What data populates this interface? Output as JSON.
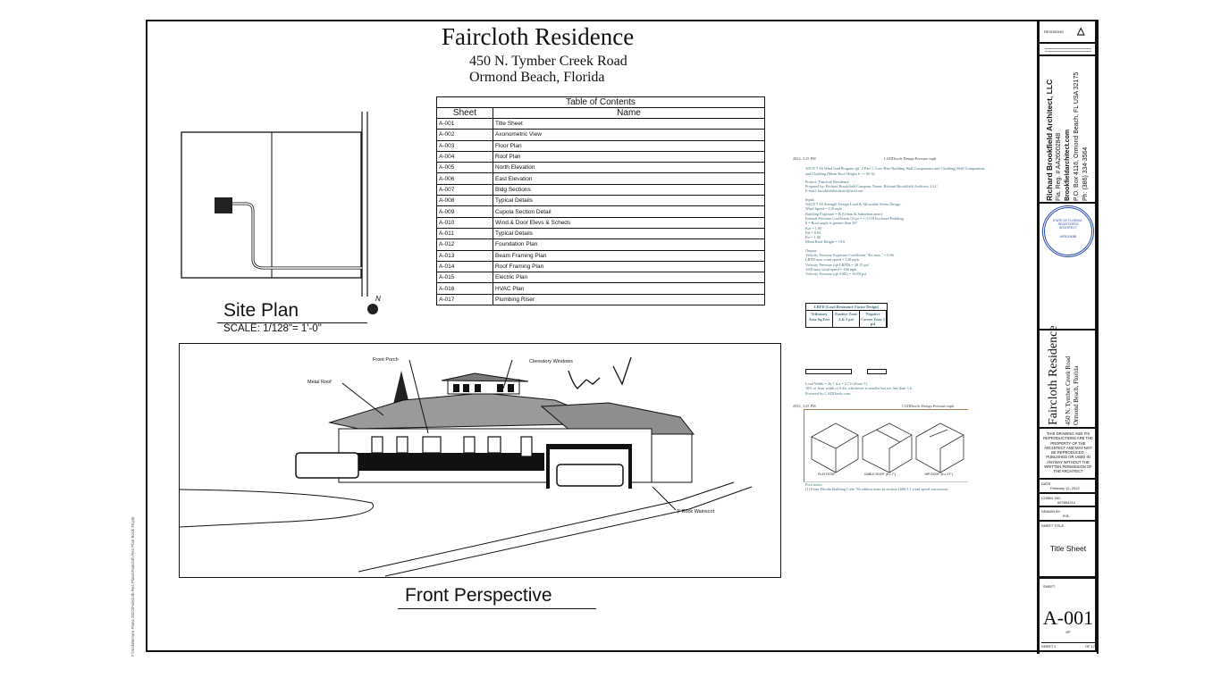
{
  "header": {
    "title": "Faircloth Residence",
    "address_line1": "450 N. Tymber Creek Road",
    "address_line2": "Ormond Beach, Florida"
  },
  "toc": {
    "title": "Table of Contents",
    "col_sheet": "Sheet",
    "col_name": "Name",
    "rows": [
      {
        "sheet": "A-001",
        "name": "Title Sheet"
      },
      {
        "sheet": "A-002",
        "name": "Axonometric View"
      },
      {
        "sheet": "A-003",
        "name": "Floor Plan"
      },
      {
        "sheet": "A-004",
        "name": "Roof Plan"
      },
      {
        "sheet": "A-005",
        "name": "North Elevation"
      },
      {
        "sheet": "A-006",
        "name": "East Elevation"
      },
      {
        "sheet": "A-007",
        "name": "Bldg Sections"
      },
      {
        "sheet": "A-008",
        "name": "Typical Details"
      },
      {
        "sheet": "A-009",
        "name": "Cupola Section Detail"
      },
      {
        "sheet": "A-010",
        "name": "Wind.& Door Elevs & Scheds"
      },
      {
        "sheet": "A-011",
        "name": "Typical Details"
      },
      {
        "sheet": "A-012",
        "name": "Foundation Plan"
      },
      {
        "sheet": "A-013",
        "name": "Beam Framing Plan"
      },
      {
        "sheet": "A-014",
        "name": "Roof Framing Plan"
      },
      {
        "sheet": "A-015",
        "name": " Electric Plan"
      },
      {
        "sheet": "A-016",
        "name": "HVAC Plan"
      },
      {
        "sheet": "A-017",
        "name": "Plumbing Riser"
      }
    ]
  },
  "site_plan": {
    "title": "Site Plan",
    "scale": "SCALE: 1/128\"=   1'-0\"",
    "north": "N"
  },
  "perspective": {
    "title": "Front Perspective",
    "callouts": {
      "metal_roof": "Metal Roof",
      "front_porch": "Front Porch",
      "clerestory": "Clerestory Windows",
      "wainscot": "3' Rock Wainscot"
    }
  },
  "wind": {
    "header_left": "2022, 3:25 PM",
    "header_right": "CADDtools Design Pressure mph",
    "intro": "ASCE 7-16 Wind load Program (pt. 2 Part 1: Low-Rise Building Wall Components and Cladding) Wall Components and Cladding (Mean Roof Height h <= 60 ft)",
    "project": "Project: Faircloth Residence",
    "prepared": "Prepared by: Richard Brookfield Company Name: Richard Brookfield Architect, LLC",
    "email": "E-mail: brookfieldarchitect@aol.com",
    "input_label": "Input:",
    "inputs": [
      "ASCE 7-16 Strength Design Load & Allowable Stress Design",
      "Wind Speed = 130 mph",
      "Building Exposure = B (Urban & Suburban areas)",
      "Internal Pressure Coefficient GCpi = +/-0.18 Enclosed Building",
      "θ = Roof angle is greater than 10°",
      "Kzt = 1.00",
      "Kd = 0.85",
      "Ke = 1.00",
      "Mean Roof Height = 19.6"
    ],
    "output_label": "Output:",
    "outputs": [
      "Velocity Pressure Exposure Coefficient \"Kz max.\" = 0.66",
      "LRFD max wind speed = 130 mph",
      "Velocity Pressure (qh LRFD) = 28.15 psf",
      "ASD max wind speed = 108 mph",
      "Velocity Pressure (qh ASD) = 16.89 psf"
    ],
    "table_head": "LRFD (Load Resistance Factor Design)",
    "table_cols": [
      "Tributary Area Sq.Feet",
      "Positive Zone 4 & 5 psf",
      "Negative Corner Zone 5 psf"
    ],
    "load_line": "Load Width =   26.7 ft      a = 2.7 ft (Zone 5)",
    "note_line": "10% of least width or 0.4h, whichever is smaller but not less than 3 ft.",
    "powered": "Powered by CADDtools.com",
    "header2_left": "2022, 3:25 PM",
    "header2_right": "CADDtools Design Pressure mph",
    "roof_types": [
      "FLAT ROOF",
      "GABLE ROOF (θ ≤ 7°)",
      "HIP ROOF (θ ≤ 27°)"
    ],
    "footnote_label": "Foot notes:",
    "footnote": "[1] From Florida Building Code 7th edition notes in section 1609.3.1 wind speed conversion."
  },
  "title_block": {
    "revisions": "REVISIONS",
    "architect": "Richard Brookfield Architect, LLC",
    "reg": "Fla. Reg. # AA26002848",
    "web": "Brookfieldarchitect.com",
    "po": "P.O. Box 4116, Ormond Beach, FL USA 32175",
    "phone": "Ph: (386) 334-3564",
    "project_name": "Faircloth Residence",
    "project_addr1": "450 N. Tymber Creek Road",
    "project_addr2": "Ormond Beach, Florida",
    "notice": "THIS DRAWING AND ITS REPRODUCTIONS ARE THE PROPERTY OF THE ARCHITECT AND MAY NOT BE REPRODUCED, PUBLISHED OR USED IN ANYWAY WITHOUT THE WRITTEN PERMISSION OF THE ARCHITECT",
    "date_label": "DATE",
    "date": "February 12, 2022",
    "comm_label": "COMM. NO.",
    "comm": "#07854212",
    "drawn_label": "DRAWN BY",
    "drawn": "R.B.",
    "sheet_title_label": "SHEET TITLE",
    "sheet_title": "Title Sheet",
    "sheet_label": "SHEET",
    "sheet_number": "A-001",
    "of": "OF",
    "sheet_count_left": "SHEET 1",
    "sheet_count_right": "OF 17"
  },
  "seal": {
    "text": "STATE OF FLORIDA · REGISTERED ARCHITECT",
    "number": "AR0014088",
    "color": "#2f4fb0"
  },
  "side_note": "F:\\Architecture Plans 2022\\Faircloth Res Plans\\Faircloth Res Plan Book 76.pln"
}
